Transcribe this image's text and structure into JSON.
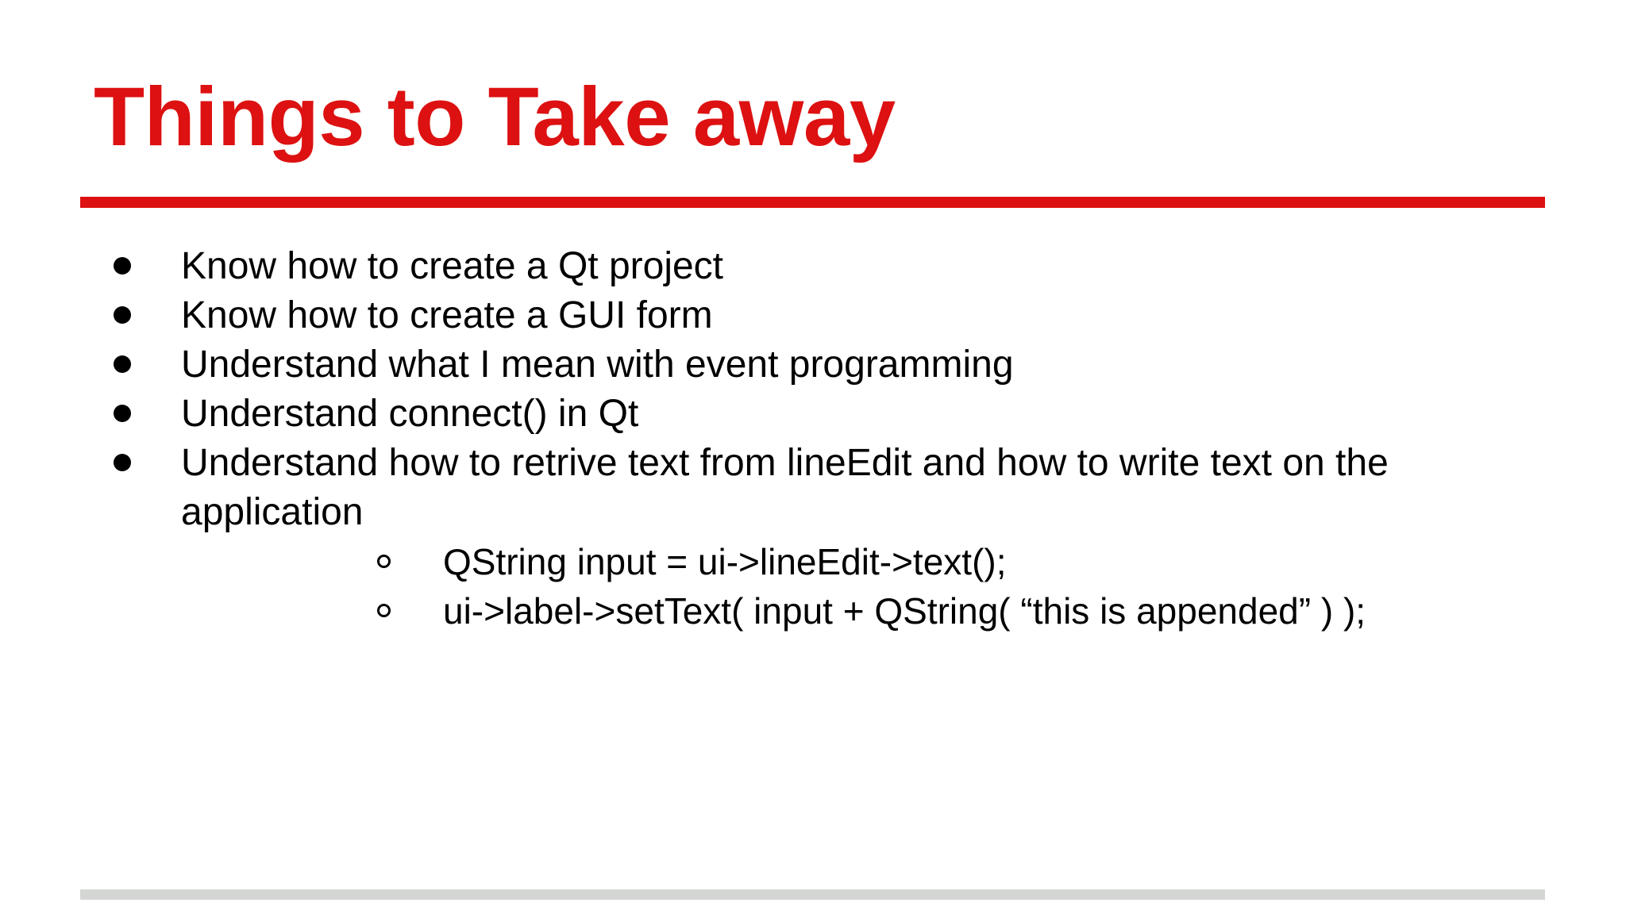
{
  "slide": {
    "title": "Things to Take away",
    "accent_color": "#dd1111",
    "text_color": "#000000",
    "background_color": "#ffffff",
    "footer_rule_color": "#d4d6d4"
  },
  "bullets": [
    {
      "marker": "filled-disc",
      "text": "Know how to create a Qt project",
      "children": []
    },
    {
      "marker": "filled-disc",
      "text": "Know how to create a GUI form",
      "children": []
    },
    {
      "marker": "filled-disc",
      "text": "Understand what I mean with event programming",
      "children": []
    },
    {
      "marker": "filled-disc",
      "text": "Understand connect() in Qt",
      "children": []
    },
    {
      "marker": "filled-disc",
      "text": "Understand how to retrive text from lineEdit and how to write text on the application",
      "children": [
        {
          "marker": "hollow-circle",
          "text": "QString input = ui->lineEdit->text();"
        },
        {
          "marker": "hollow-circle",
          "text": "ui->label->setText( input + QString( “this is appended” )  );"
        }
      ]
    }
  ]
}
